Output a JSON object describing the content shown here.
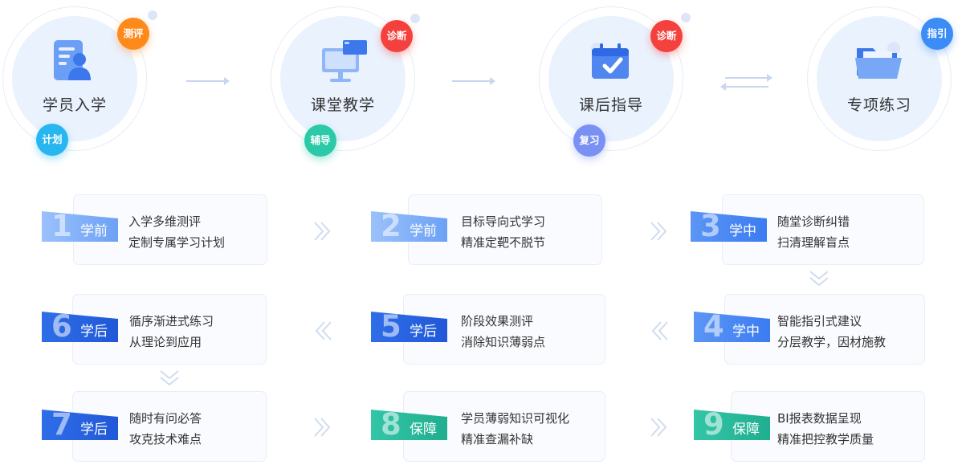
{
  "stages": [
    {
      "title": "学员入学",
      "badges": [
        "测评",
        "计划"
      ]
    },
    {
      "title": "课堂教学",
      "badges": [
        "诊断",
        "辅导"
      ]
    },
    {
      "title": "课后指导",
      "badges": [
        "诊断",
        "复习"
      ]
    },
    {
      "title": "专项练习",
      "badges": [
        "指引"
      ]
    }
  ],
  "steps": [
    {
      "num": "1",
      "phase": "学前",
      "line1": "入学多维测评",
      "line2": "定制专属学习计划"
    },
    {
      "num": "2",
      "phase": "学前",
      "line1": "目标导向式学习",
      "line2": "精准定靶不脱节"
    },
    {
      "num": "3",
      "phase": "学中",
      "line1": "随堂诊断纠错",
      "line2": "扫清理解盲点"
    },
    {
      "num": "4",
      "phase": "学中",
      "line1": "智能指引式建议",
      "line2": "分层教学，因材施教"
    },
    {
      "num": "5",
      "phase": "学后",
      "line1": "阶段效果测评",
      "line2": "消除知识薄弱点"
    },
    {
      "num": "6",
      "phase": "学后",
      "line1": "循序渐进式练习",
      "line2": "从理论到应用"
    },
    {
      "num": "7",
      "phase": "学后",
      "line1": "随时有问必答",
      "line2": "攻克技术难点"
    },
    {
      "num": "8",
      "phase": "保障",
      "line1": "学员薄弱知识可视化",
      "line2": "精准查漏补缺"
    },
    {
      "num": "9",
      "phase": "保障",
      "line1": "BI报表数据呈现",
      "line2": "精准把控教学质量"
    }
  ],
  "colors": {
    "badge_orange": "#ff8a1c",
    "badge_red": "#f5413d",
    "badge_blue": "#3b8cf5",
    "badge_cyan": "#27b6f0",
    "badge_green": "#2bc9a7",
    "badge_purple": "#7a90f3",
    "tag_green": "#1fae8f",
    "tag_dark_blue": "#2058d8"
  }
}
